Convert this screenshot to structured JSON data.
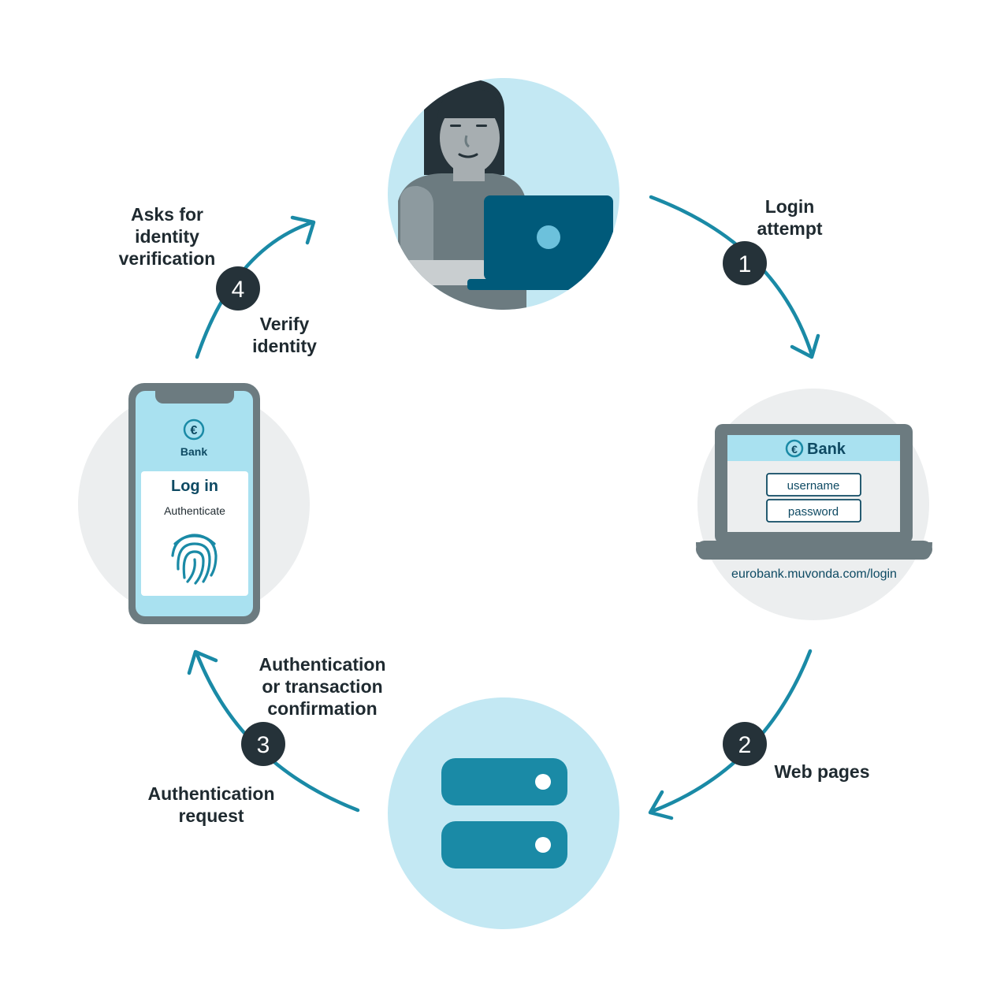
{
  "steps": [
    {
      "number": "1",
      "label_lines": [
        "Login",
        "attempt"
      ]
    },
    {
      "number": "2",
      "label_lines": [
        "Web pages"
      ]
    },
    {
      "number": "3",
      "label_top_lines": [
        "Authentication",
        "or transaction",
        "confirmation"
      ],
      "label_bottom_lines": [
        "Authentication",
        "request"
      ]
    },
    {
      "number": "4",
      "label_top_lines": [
        "Asks for",
        "identity",
        "verification"
      ],
      "label_bottom_lines": [
        "Verify",
        "identity"
      ]
    }
  ],
  "laptop_screen": {
    "brand": "Bank",
    "username_field": "username",
    "password_field": "password",
    "url": "eurobank.muvonda.com/login"
  },
  "phone_screen": {
    "brand": "Bank",
    "title": "Log in",
    "subtitle": "Authenticate"
  },
  "icons": {
    "euro": "€"
  },
  "colors": {
    "arrow": "#1a8aa6",
    "badge": "#253239",
    "light_blue_circle": "#c3e8f3",
    "grey_circle": "#eceeef",
    "device_frame": "#6c7b80",
    "dark_teal": "#005a7a",
    "server": "#1a8aa6"
  }
}
